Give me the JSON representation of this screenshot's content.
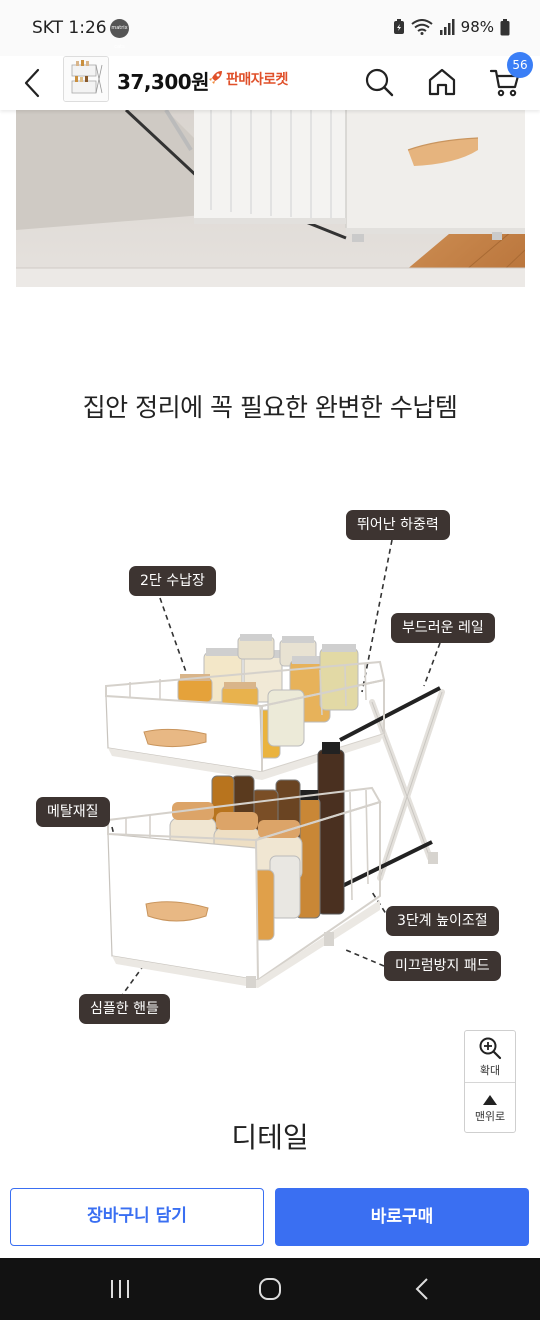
{
  "status_bar": {
    "time": "SKT 1:26",
    "app_icon_text": "matrix cats",
    "battery": "98%"
  },
  "header": {
    "price": "37,300원",
    "badge_label": "판매자로켓",
    "cart_count": "56",
    "accent_color": "#3a7ef6",
    "icons": [
      "back-arrow-icon",
      "search-icon",
      "home-icon",
      "cart-icon"
    ]
  },
  "content": {
    "section_heading": "집안 정리에 꼭 필요한 완변한 수납템",
    "callouts": {
      "two_tier": "2단 수납장",
      "load": "뛰어난 하중력",
      "rail": "부드러운 레일",
      "metal": "메탈재질",
      "height": "3단계 높이조절",
      "pad": "미끄럼방지 패드",
      "handle": "심플한 핸들"
    },
    "detail_heading": "디테일"
  },
  "floating_tools": {
    "zoom_label": "확대",
    "top_label": "맨위로"
  },
  "purchase_bar": {
    "cart_button": "장바구니 담기",
    "buy_button": "바로구매",
    "button_color": "#3a6ff2"
  }
}
